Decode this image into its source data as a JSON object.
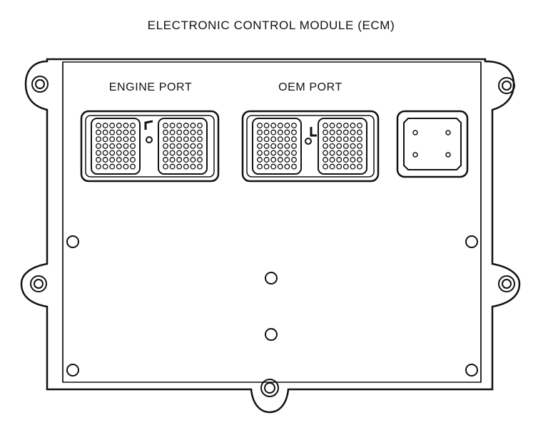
{
  "diagram": {
    "title": "ELECTRONIC CONTROL MODULE (ECM)",
    "ports": [
      {
        "label": "ENGINE PORT"
      },
      {
        "label": "OEM PORT"
      }
    ]
  },
  "colors": {
    "line": "#111111",
    "background": "#ffffff"
  }
}
